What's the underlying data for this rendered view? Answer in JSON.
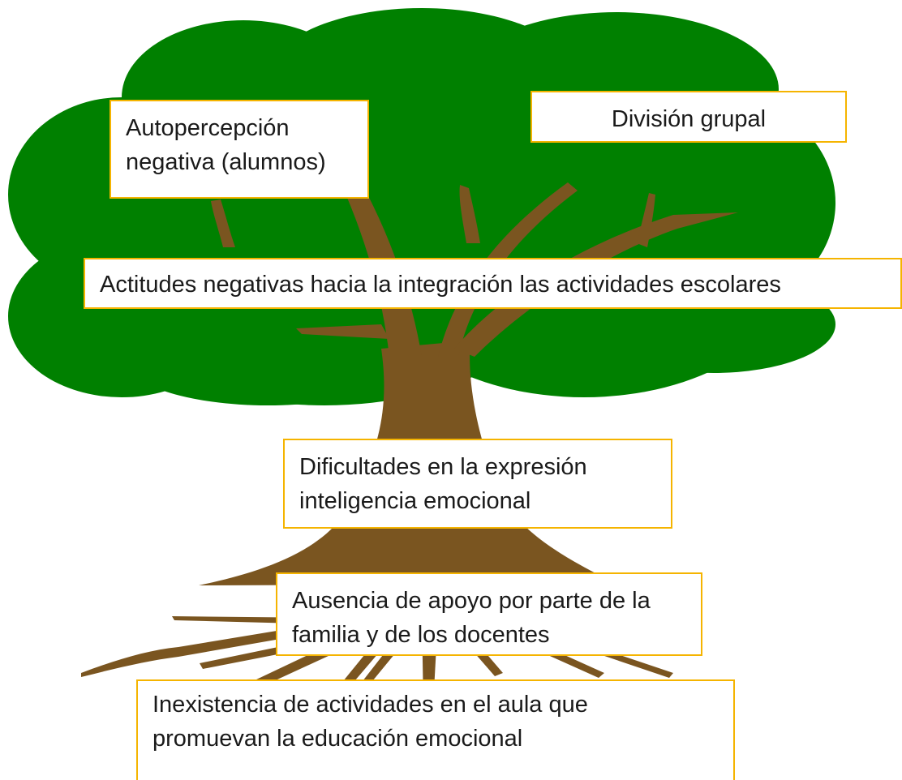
{
  "colors": {
    "canopy": "#008000",
    "trunk": "#7a5520",
    "box_border": "#f5b400"
  },
  "boxes": {
    "autopercepcion": {
      "lines": [
        "Autopercepción",
        "negativa (alumnos)"
      ]
    },
    "division": {
      "lines": [
        "División grupal"
      ]
    },
    "actitudes": {
      "lines": [
        "Actitudes negativas hacia la integración las actividades escolares"
      ]
    },
    "dificultades": {
      "lines": [
        "Dificultades en la expresión",
        "inteligencia emocional"
      ]
    },
    "ausencia": {
      "lines": [
        "Ausencia de apoyo por parte de la",
        "familia y de los docentes"
      ]
    },
    "inexistencia": {
      "lines": [
        "Inexistencia de actividades en el aula que",
        "promuevan la educación emocional"
      ]
    }
  }
}
